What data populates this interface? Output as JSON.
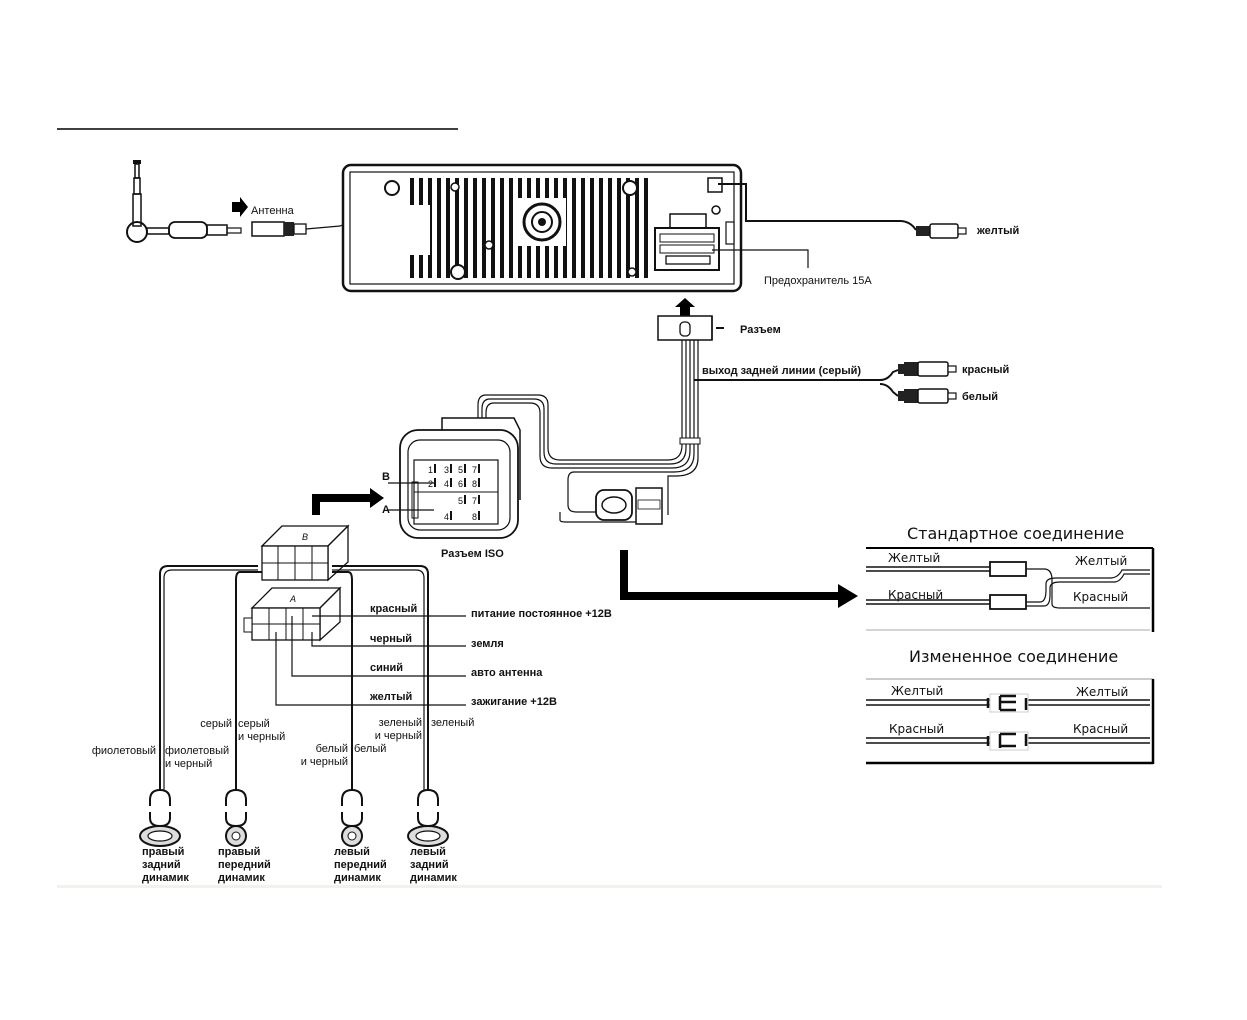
{
  "antenna": {
    "label": "Антенна"
  },
  "head_unit": {
    "fuse_label": "Предохранитель 15А",
    "yellow_rca_label": "желтый"
  },
  "connector": {
    "label": "Разъем"
  },
  "rear_line_out": {
    "label": "выход задней линии (серый)",
    "red_label": "красный",
    "white_label": "белый"
  },
  "iso_connector": {
    "label": "Разъем ISO",
    "block_b": "B",
    "block_a": "A",
    "pins_b": [
      "1",
      "3",
      "5",
      "7",
      "2",
      "4",
      "6",
      "8"
    ],
    "pins_a": [
      "5",
      "7",
      "4",
      "8"
    ]
  },
  "block_a_wires": [
    {
      "color": "красный",
      "function": "питание постоянное +12В"
    },
    {
      "color": "черный",
      "function": "земля"
    },
    {
      "color": "синий",
      "function": "авто антенна"
    },
    {
      "color": "желтый",
      "function": "зажигание +12В"
    }
  ],
  "speakers": [
    {
      "name_lines": [
        "правый",
        "задний",
        "динамик"
      ],
      "wire_minus": "фиолетовый",
      "wire_plus": [
        "фиолетовый",
        "и черный"
      ]
    },
    {
      "name_lines": [
        "правый",
        "передний",
        "динамик"
      ],
      "wire_minus": "серый",
      "wire_plus": [
        "серый",
        "и черный"
      ]
    },
    {
      "name_lines": [
        "левый",
        "передний",
        "динамик"
      ],
      "wire_minus": [
        "белый",
        "и черный"
      ],
      "wire_plus": "белый"
    },
    {
      "name_lines": [
        "левый",
        "задний",
        "динамик"
      ],
      "wire_minus": [
        "зеленый",
        "и черный"
      ],
      "wire_plus": "зеленый"
    }
  ],
  "standard_connection": {
    "title": "Стандартное соединение",
    "left_top": "Желтый",
    "left_bottom": "Красный",
    "right_top": "Желтый",
    "right_bottom": "Красный"
  },
  "modified_connection": {
    "title": "Измененное соединение",
    "left_top": "Желтый",
    "left_bottom": "Красный",
    "right_top": "Желтый",
    "right_bottom": "Красный"
  }
}
